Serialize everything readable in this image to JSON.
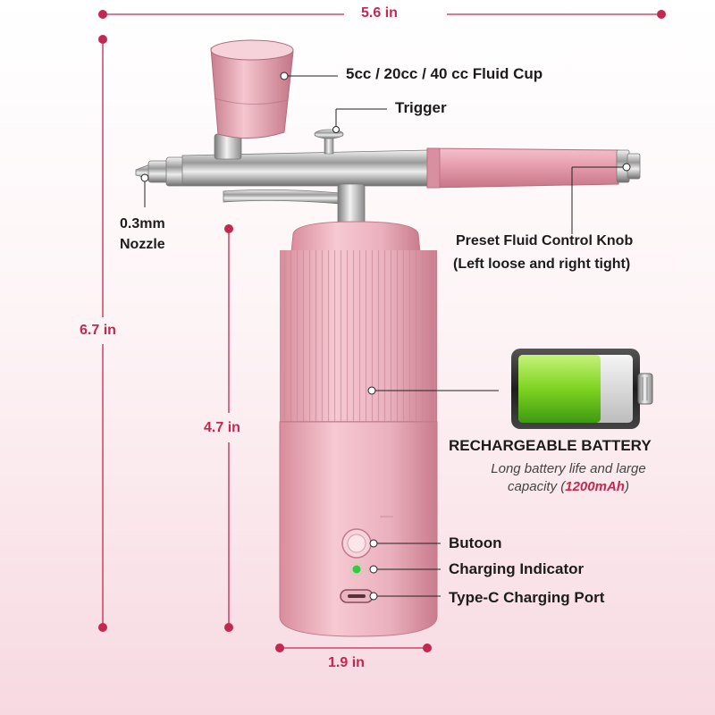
{
  "dimensions": {
    "width": "5.6 in",
    "height_total": "6.7 in",
    "height_body": "4.7 in",
    "body_width": "1.9 in"
  },
  "callouts": {
    "fluid_cup": "5cc / 20cc / 40 cc Fluid Cup",
    "trigger": "Trigger",
    "nozzle_line1": "0.3mm",
    "nozzle_line2": "Nozzle",
    "knob_line1": "Preset Fluid Control Knob",
    "knob_line2": "(Left loose and right tight)",
    "button": "Butoon",
    "charging_indicator": "Charging Indicator",
    "charging_port": "Type-C Charging Port"
  },
  "battery": {
    "title": "RECHARGEABLE BATTERY",
    "desc_line1": "Long battery life and large",
    "desc_line2_prefix": "capacity (",
    "capacity": "1200mAh",
    "desc_line2_suffix": ")",
    "level": 0.72
  },
  "icons": [
    "battery-icon",
    "usb-c-port-icon",
    "power-button-icon",
    "led-indicator-icon"
  ],
  "colors": {
    "accent": "#c4274f",
    "body_pink": "#e8a8b5",
    "battery_green": "#7ed321",
    "indicator_green": "#2ecc40"
  }
}
